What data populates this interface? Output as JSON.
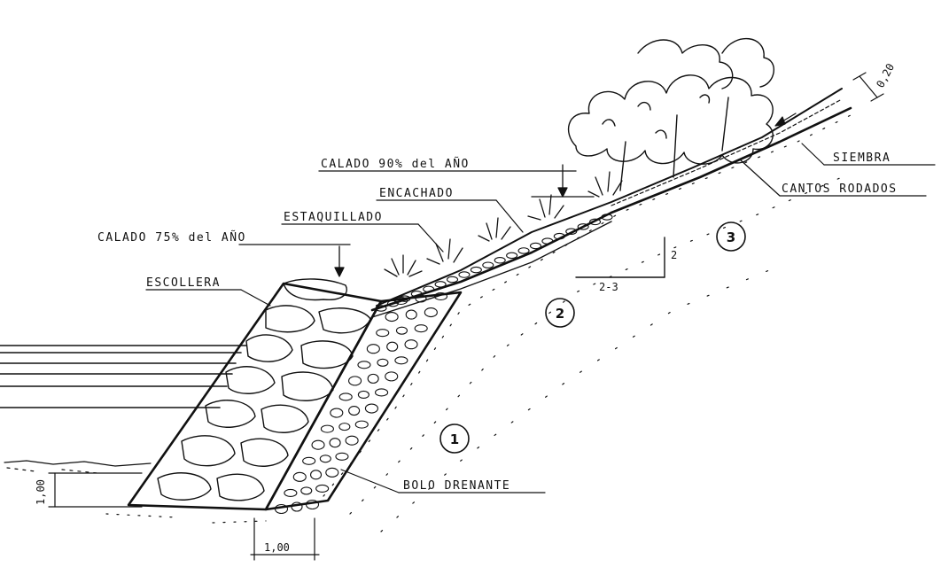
{
  "labels": {
    "calado_90": "CALADO 90% del AÑO",
    "encachado": "ENCACHADO",
    "estaquillado": "ESTAQUILLADO",
    "calado_75": "CALADO 75% del AÑO",
    "escollera": "ESCOLLERA",
    "siembra": "SIEMBRA",
    "cantos_rodados": "CANTOS RODADOS",
    "bolo_drenante": "BOLO DRENANTE"
  },
  "zones": {
    "zone_1": "1",
    "zone_2": "2",
    "zone_3": "3"
  },
  "dimensions": {
    "thickness": "0,20",
    "base_width": "1,00",
    "base_height": "1,00",
    "slope_run": "2-3",
    "slope_rise": "2"
  },
  "colors": {
    "ink": "#111111",
    "paper": "#ffffff"
  }
}
